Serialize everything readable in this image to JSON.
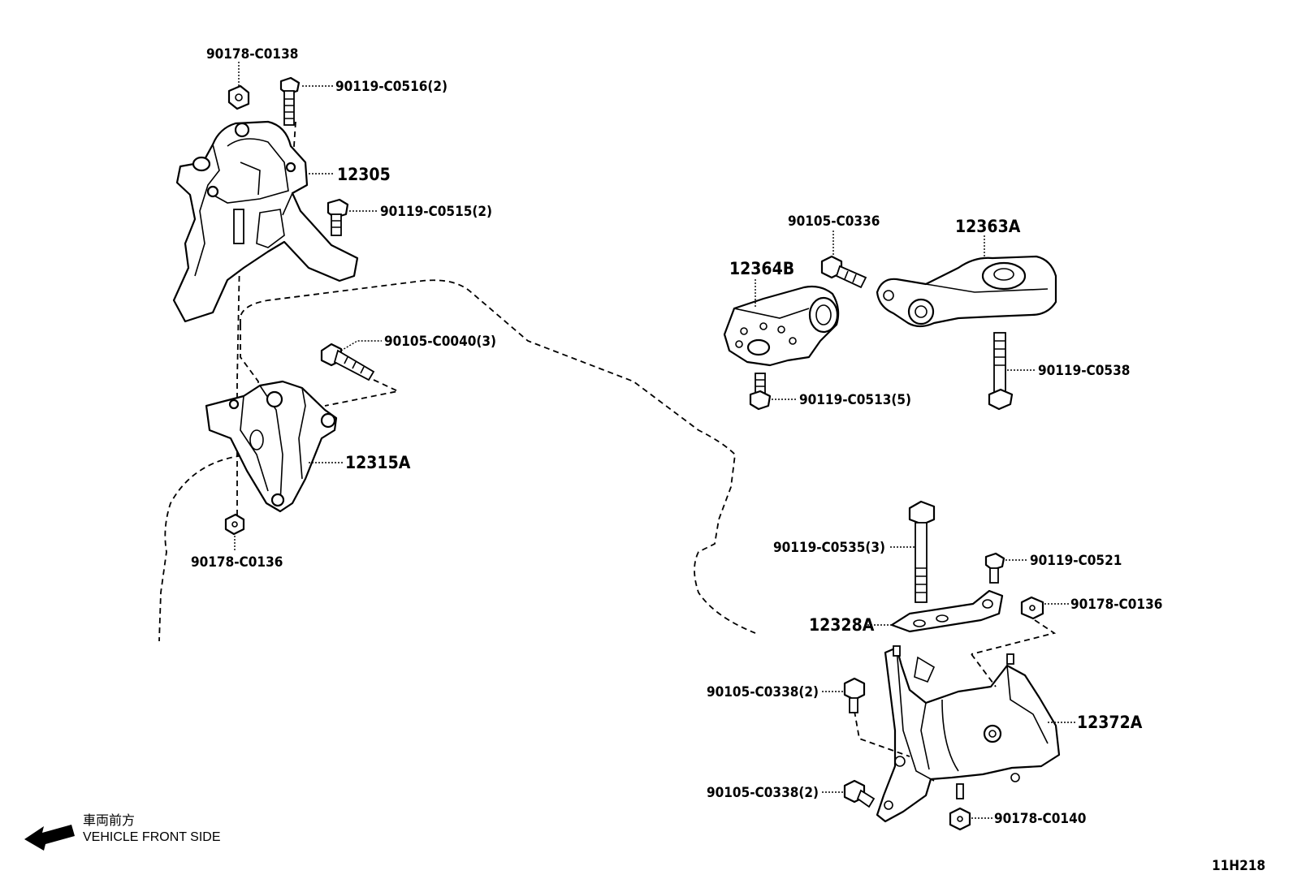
{
  "labels": {
    "p_90178_C0138": "90178-C0138",
    "p_90119_C0516": "90119-C0516(2)",
    "p_12305": "12305",
    "p_90119_C0515": "90119-C0515(2)",
    "p_90105_C0040": "90105-C0040(3)",
    "p_12315A": "12315A",
    "p_90178_C0136_left": "90178-C0136",
    "p_90105_C0336": "90105-C0336",
    "p_12363A": "12363A",
    "p_12364B": "12364B",
    "p_90119_C0538": "90119-C0538",
    "p_90119_C0513": "90119-C0513(5)",
    "p_90119_C0535": "90119-C0535(3)",
    "p_90119_C0521": "90119-C0521",
    "p_90178_C0136_right": "90178-C0136",
    "p_12328A": "12328A",
    "p_90105_C0338_a": "90105-C0338(2)",
    "p_12372A": "12372A",
    "p_90105_C0338_b": "90105-C0338(2)",
    "p_90178_C0140": "90178-C0140"
  },
  "front_side": {
    "japanese": "車両前方",
    "english": "VEHICLE FRONT SIDE"
  },
  "figure_code": "11H218"
}
